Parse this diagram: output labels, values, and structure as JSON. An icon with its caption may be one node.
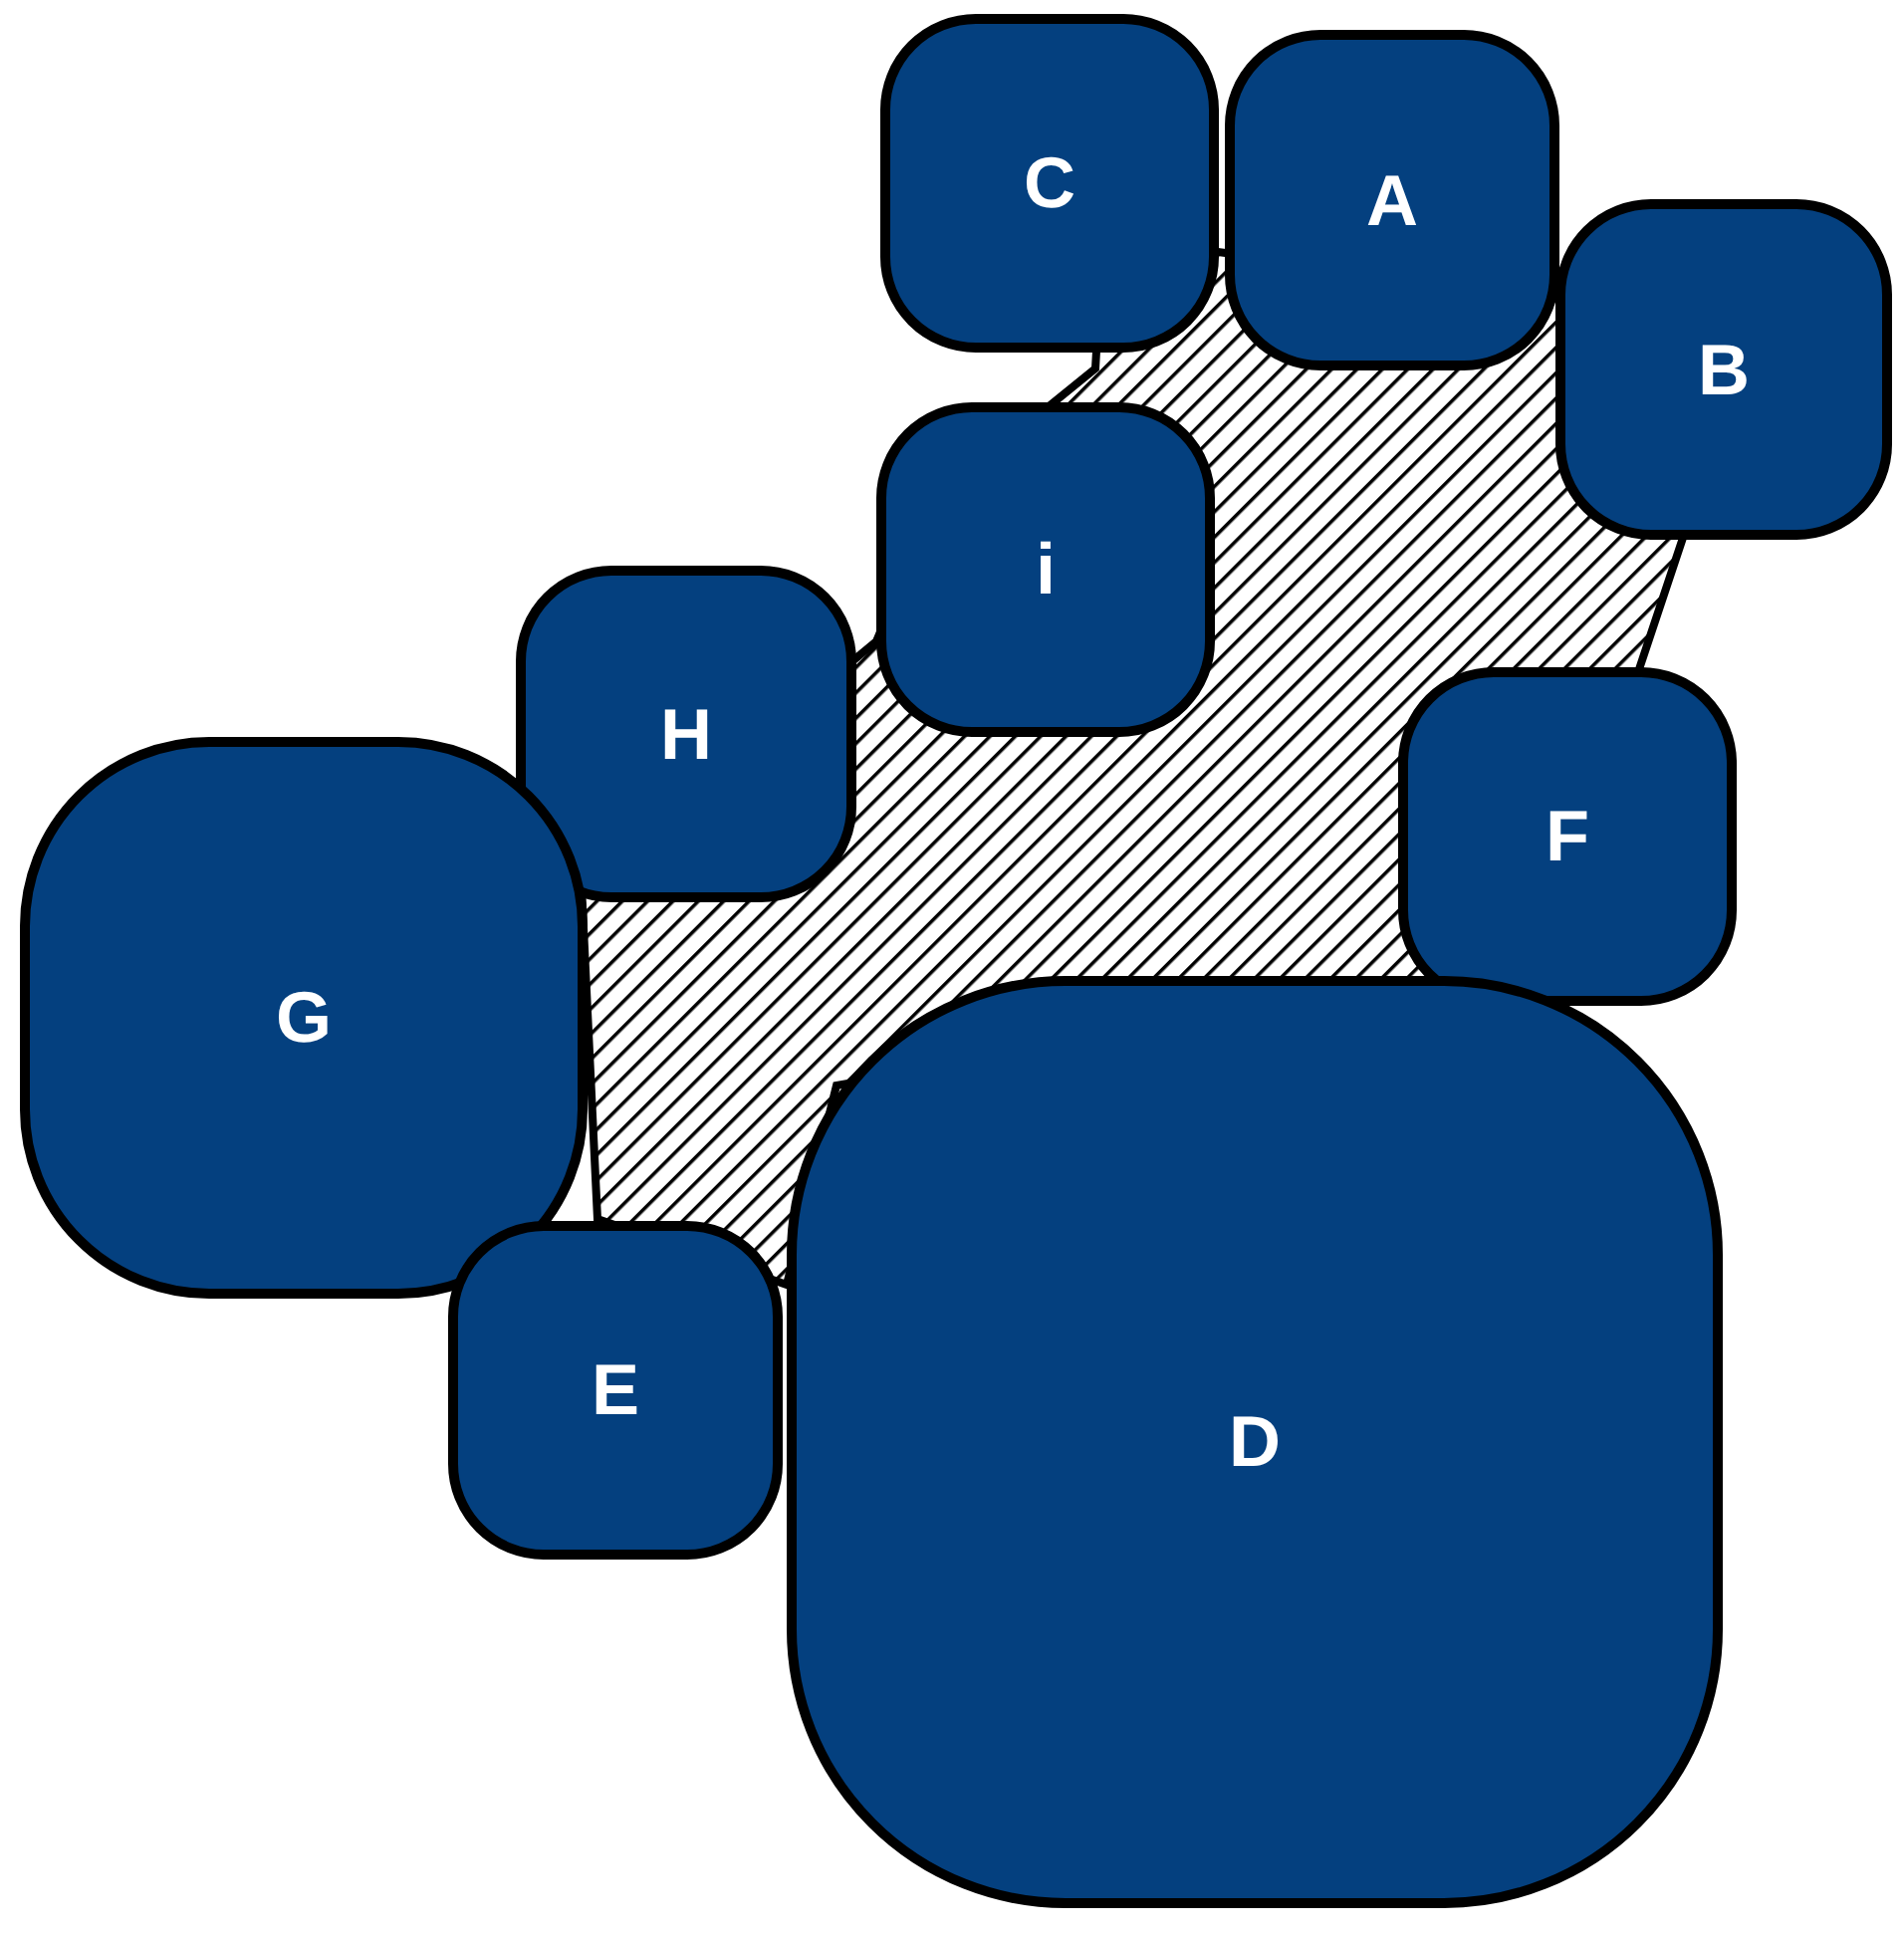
{
  "diagram": {
    "nodes": [
      {
        "text": [
          "C"
        ]
      },
      {
        "text": [
          "A"
        ]
      },
      {
        "text": [
          "B"
        ]
      },
      {
        "text": [
          "i"
        ]
      },
      {
        "text": [
          "H"
        ]
      },
      {
        "text": [
          "F"
        ]
      },
      {
        "text": [
          "G"
        ]
      },
      {
        "text": [
          "E"
        ]
      },
      {
        "text": [
          "D"
        ]
      }
    ]
  }
}
